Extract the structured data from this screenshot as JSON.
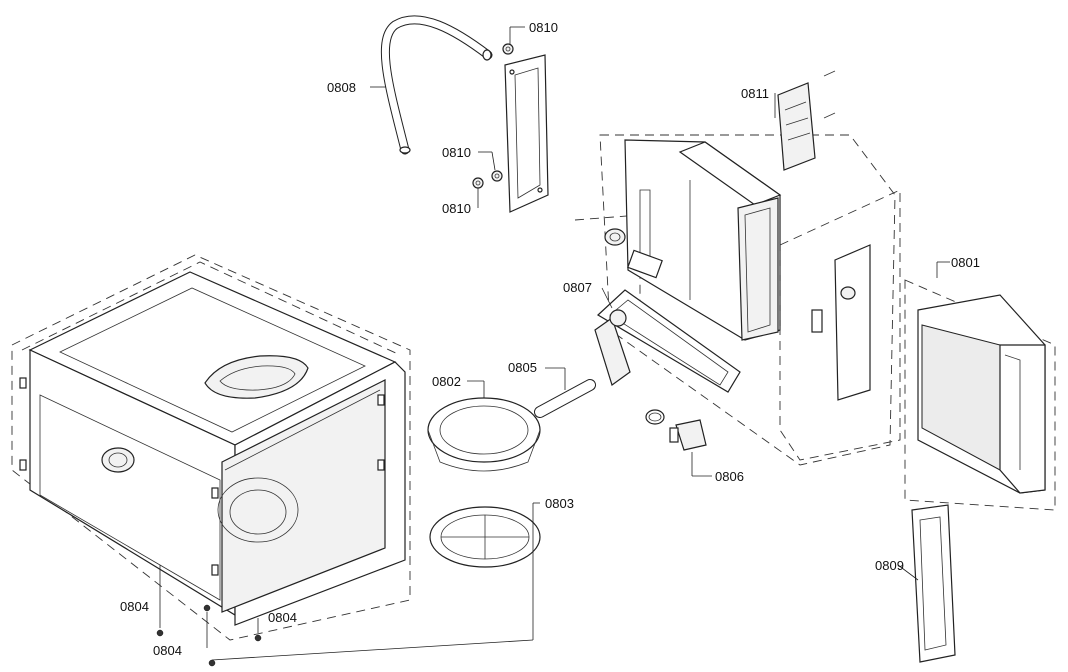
{
  "callouts": {
    "c0801": "0801",
    "c0802": "0802",
    "c0803": "0803",
    "c0804a": "0804",
    "c0804b": "0804",
    "c0804c": "0804",
    "c0805": "0805",
    "c0806": "0806",
    "c0807": "0807",
    "c0808": "0808",
    "c0809": "0809",
    "c0810a": "0810",
    "c0810b": "0810",
    "c0810c": "0810",
    "c0811": "0811"
  }
}
